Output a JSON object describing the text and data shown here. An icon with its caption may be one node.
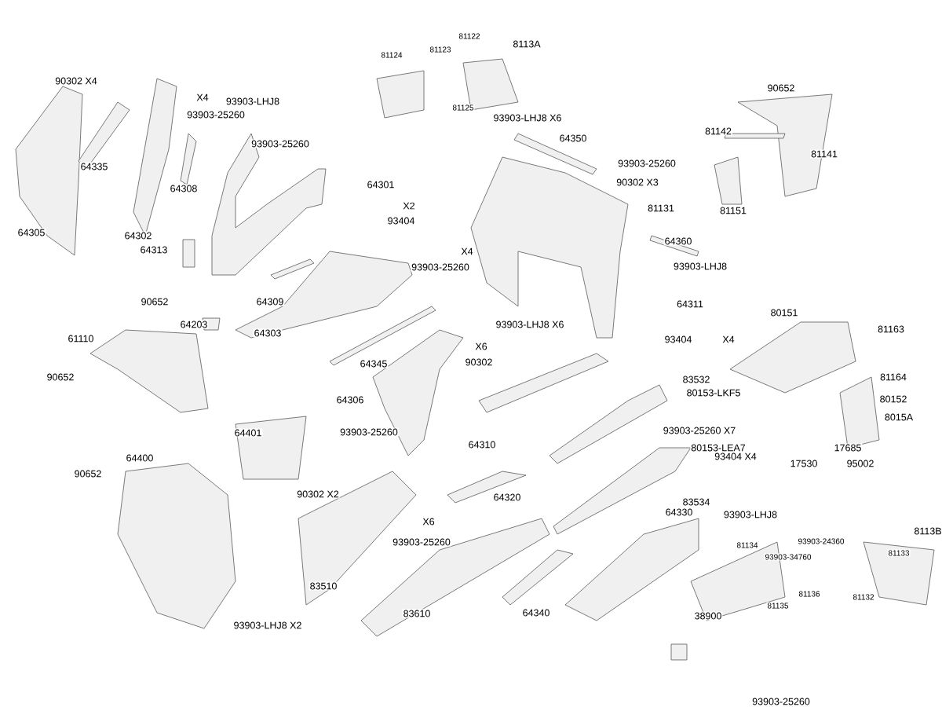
{
  "diagram": {
    "labels": [
      "81122",
      "8113A",
      "81124",
      "81123",
      "90302 X4",
      "93903-LHJ8",
      "81125",
      "X4",
      "90652",
      "93903-25260",
      "93903-LHJ8 X6",
      "64350",
      "81142",
      "93903-25260",
      "93903-25260",
      "81141",
      "64335",
      "64308",
      "64301",
      "90302 X3",
      "X2",
      "93404",
      "81131",
      "81151",
      "64305",
      "64302",
      "64360",
      "64313",
      "X4",
      "93903-25260",
      "93903-LHJ8",
      "90652",
      "64309",
      "64311",
      "64203",
      "64303",
      "61110",
      "93903-LHJ8 X6",
      "80151",
      "81163",
      "X6",
      "90302",
      "93404",
      "X4",
      "64345",
      "90652",
      "83532",
      "81164",
      "64306",
      "80153-LKF5",
      "80152",
      "8015A",
      "64401",
      "93903-25260",
      "64310",
      "93903-25260 X7",
      "80153-LEA7",
      "17685",
      "64400",
      "17530",
      "95002",
      "90652",
      "93404 X4",
      "64320",
      "83534",
      "90302 X2",
      "64330",
      "93903-LHJ8",
      "8113B",
      "X6",
      "93903-25260",
      "81134",
      "93903-24360",
      "81133",
      "93903-34760",
      "81136",
      "83510",
      "81135",
      "81132",
      "83610",
      "64340",
      "38900",
      "93903-LHJ8 X2",
      "93903-25260"
    ]
  }
}
